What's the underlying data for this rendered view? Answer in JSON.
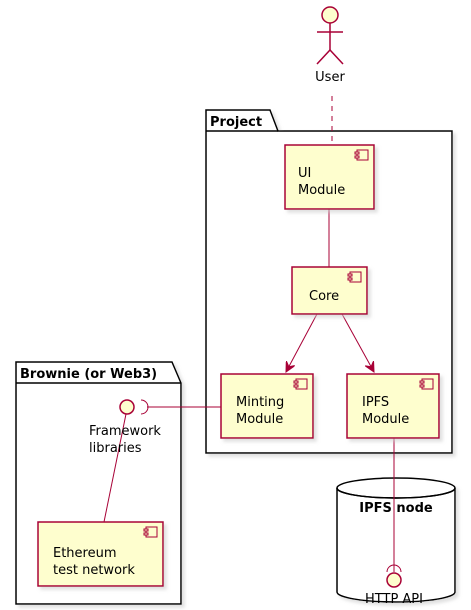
{
  "colors": {
    "line": "#A80036",
    "box_fill": "#FEFECE",
    "frame_stroke": "#000000",
    "background": "#FFFFFF"
  },
  "actor": {
    "label": "User",
    "icon": "stick-figure-actor-icon"
  },
  "packages": {
    "project": {
      "title": "Project"
    },
    "brownie": {
      "title": "Brownie (or Web3)"
    }
  },
  "components": {
    "ui": {
      "line1": "UI",
      "line2": "Module"
    },
    "core": {
      "line1": "Core"
    },
    "minting": {
      "line1": "Minting",
      "line2": "Module"
    },
    "ipfs": {
      "line1": "IPFS",
      "line2": "Module"
    },
    "ethereum": {
      "line1": "Ethereum",
      "line2": "test network"
    }
  },
  "interfaces": {
    "framework": {
      "line1": "Framework",
      "line2": "libraries"
    },
    "http": {
      "label": "HTTP API"
    }
  },
  "database": {
    "title": "IPFS node"
  }
}
